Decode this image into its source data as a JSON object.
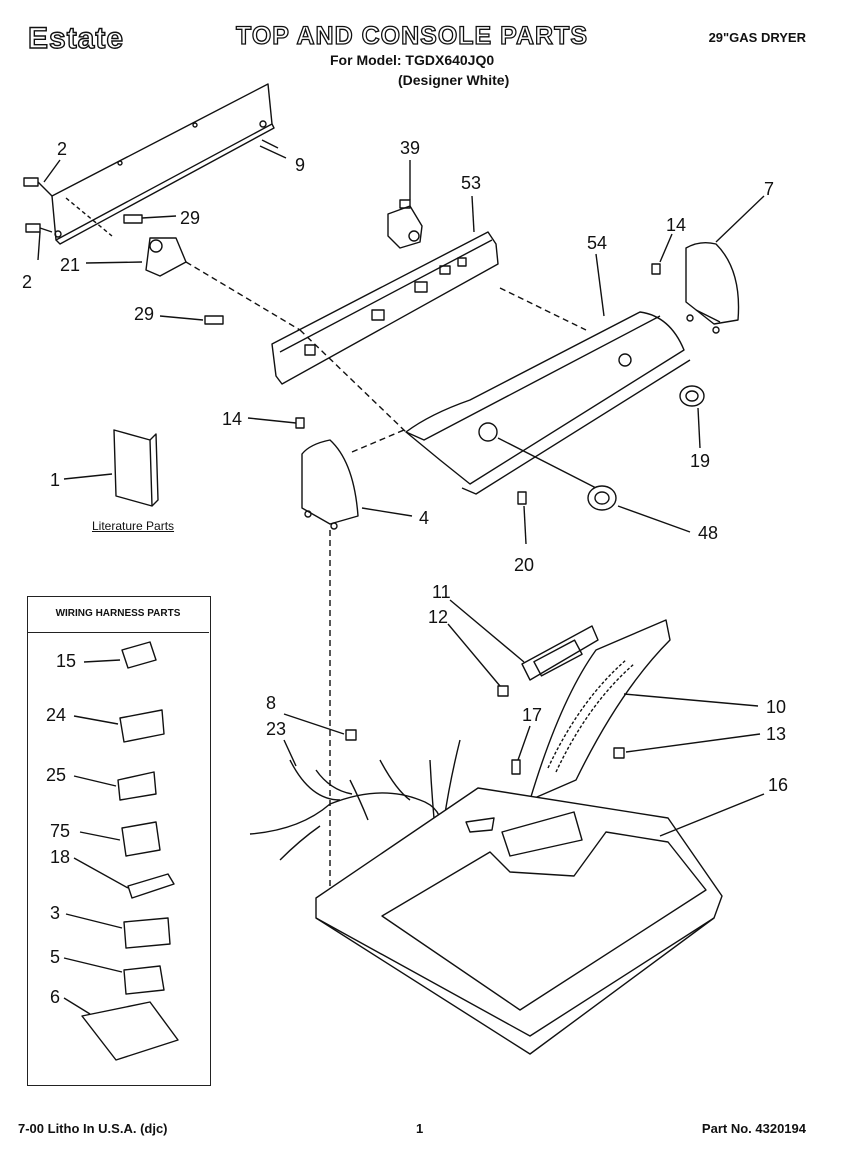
{
  "header": {
    "brand": "Estate",
    "title": "TOP AND CONSOLE PARTS",
    "model_line": "For Model: TGDX640JQ0",
    "variant": "(Designer White)",
    "product": "29\"GAS DRYER"
  },
  "callouts": {
    "c2a": "2",
    "c2b": "2",
    "c9": "9",
    "c29a": "29",
    "c21": "21",
    "c29b": "29",
    "c39": "39",
    "c53": "53",
    "c54": "54",
    "c7": "7",
    "c14a": "14",
    "c19": "19",
    "c14b": "14",
    "c1": "1",
    "c4": "4",
    "c48": "48",
    "c20": "20",
    "c11": "11",
    "c12": "12",
    "c10": "10",
    "c17": "17",
    "c13": "13",
    "c16": "16",
    "c8": "8",
    "c23": "23"
  },
  "literature_label": "Literature Parts",
  "wiring_box": {
    "heading": "WIRING HARNESS PARTS",
    "items": [
      "15",
      "24",
      "25",
      "75",
      "18",
      "3",
      "5",
      "6"
    ]
  },
  "footer": {
    "left": "7-00 Litho In U.S.A. (djc)",
    "page": "1",
    "part_no": "Part No. 4320194"
  }
}
